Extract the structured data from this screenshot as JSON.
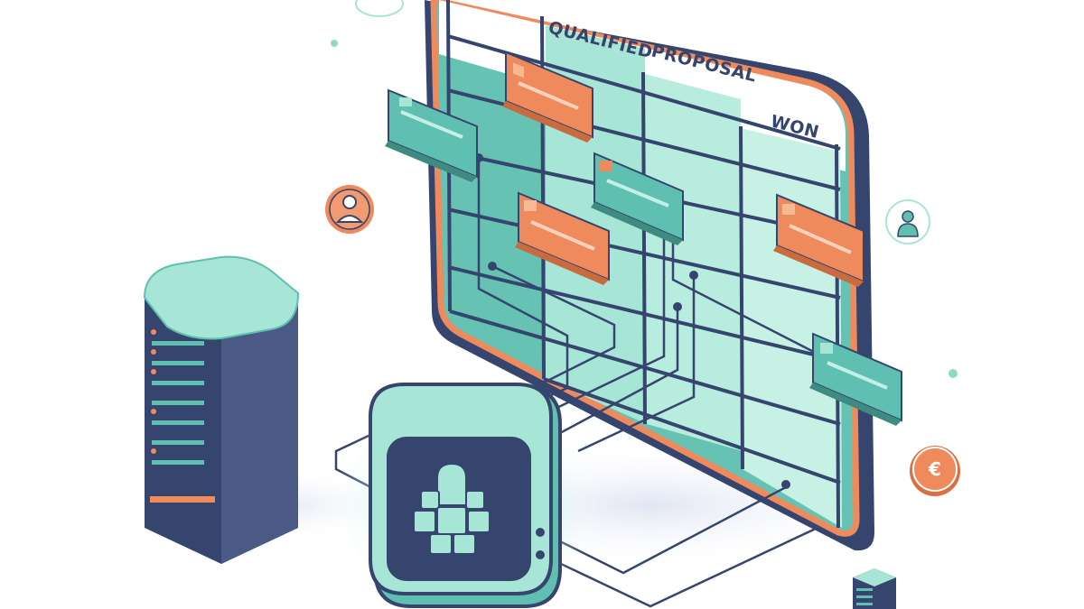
{
  "board": {
    "columns": [
      {
        "label": "QUALIFIED"
      },
      {
        "label": "PROPOSAL"
      },
      {
        "label": "WON"
      }
    ]
  },
  "coin": {
    "symbol": "€"
  },
  "colors": {
    "navy": "#35456e",
    "teal": "#5fbfb0",
    "mint": "#a7e6d7",
    "orange": "#ee8a5c",
    "glow": "#9ff0da"
  },
  "icons": [
    "server-icon",
    "user-icon",
    "euro-coin-icon",
    "crm-hub-icon",
    "small-server-icon"
  ]
}
